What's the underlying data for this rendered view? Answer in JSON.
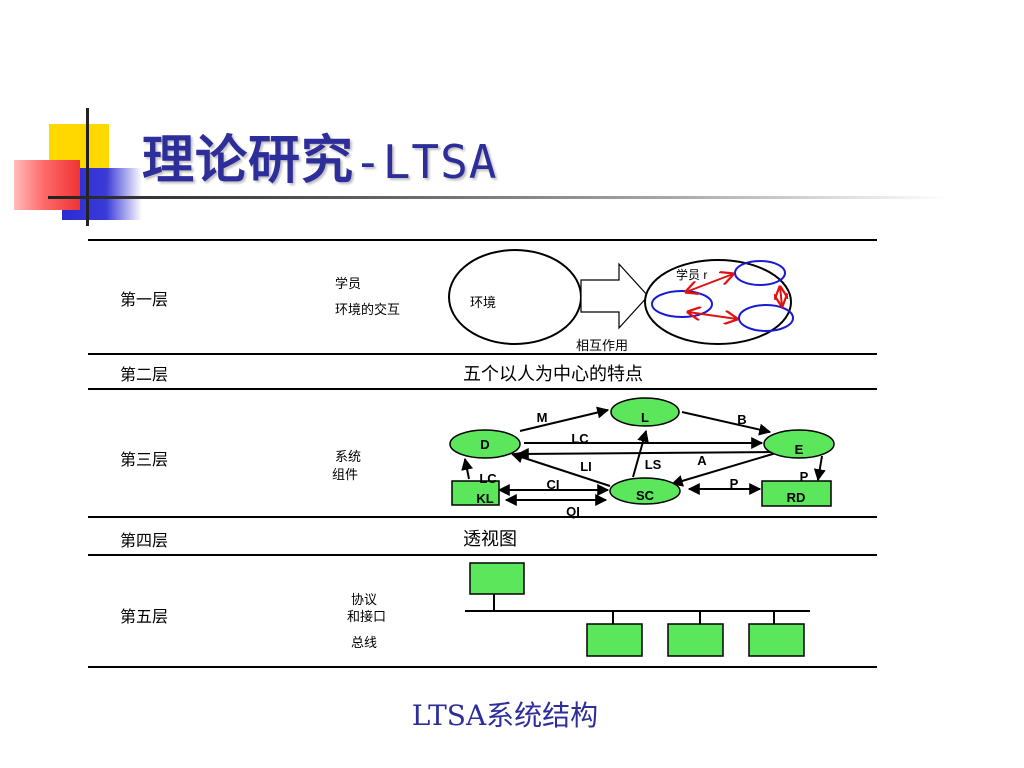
{
  "title": {
    "cjk": "理论研究",
    "latin": "-LTSA"
  },
  "layers": [
    {
      "label": "第一层",
      "desc_lines": [
        "学员",
        "环境的交互"
      ]
    },
    {
      "label": "第二层",
      "content": "五个以人为中心的特点"
    },
    {
      "label": "第三层",
      "desc_lines": [
        "系统",
        "组件"
      ]
    },
    {
      "label": "第四层",
      "content": "透视图"
    },
    {
      "label": "第五层",
      "desc_lines": [
        "协议",
        "和接口",
        "总线"
      ]
    }
  ],
  "layer1_diagram": {
    "environment": "环境",
    "learner": "学员 r",
    "interaction": "相互作用"
  },
  "layer3_diagram": {
    "nodes": {
      "D": "D",
      "L": "L",
      "E": "E",
      "SC": "SC",
      "KL": "KL",
      "RD": "RD"
    },
    "edges": {
      "M": "M",
      "B": "B",
      "LC1": "LC",
      "LI": "LI",
      "LS": "LS",
      "A": "A",
      "LC2": "LC",
      "CI": "CI",
      "P1": "P",
      "P2": "P",
      "QI": "QI"
    }
  },
  "caption": "LTSA系统结构",
  "colors": {
    "title": "#2e2e9a",
    "node_fill": "#5ce65c",
    "arrow_red": "#e11111",
    "circle_blue": "#1a1ad6"
  }
}
